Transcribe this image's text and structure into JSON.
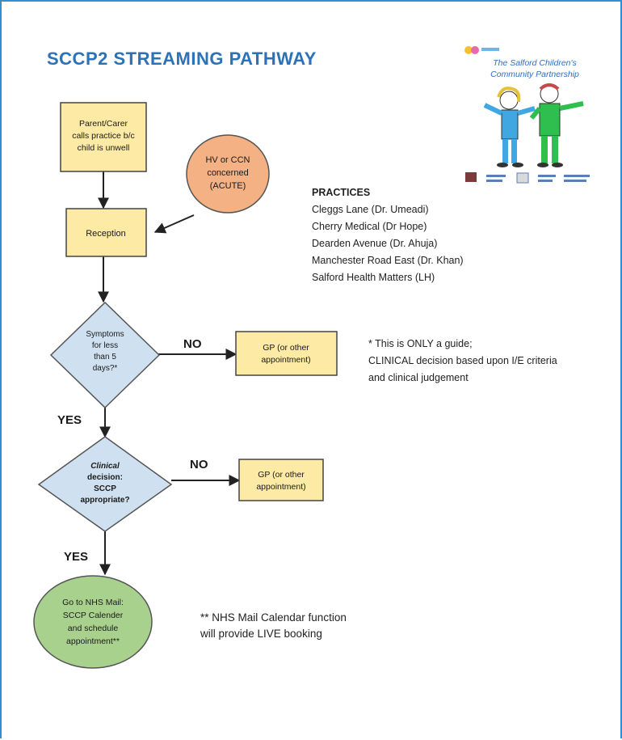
{
  "title": "SCCP2 STREAMING PATHWAY",
  "colors": {
    "title": "#2b72b8",
    "box_fill": "#fdeaa5",
    "diamond_fill": "#cfe0f1",
    "acute_fill": "#f4b183",
    "final_fill": "#a9d18e",
    "border": "#2e8fd6"
  },
  "nodes": {
    "parent_call": [
      "Parent/Carer",
      "calls practice b/c",
      "child is unwell"
    ],
    "hv_ccn": [
      "HV or CCN",
      "concerned",
      "(ACUTE)"
    ],
    "reception": [
      "Reception"
    ],
    "symptoms": [
      "Symptoms",
      "for less",
      "than 5",
      "days?*"
    ],
    "gp1": [
      "GP (or other",
      "appointment)"
    ],
    "clinical": [
      "Clinical",
      "decision:",
      "SCCP",
      "appropriate?"
    ],
    "gp2": [
      "GP (or other",
      "appointment)"
    ],
    "nhs_mail": [
      "Go to NHS Mail:",
      "SCCP Calender",
      "and schedule",
      "appointment**"
    ]
  },
  "labels": {
    "no1": "NO",
    "yes1": "YES",
    "no2": "NO",
    "yes2": "YES"
  },
  "practices": {
    "heading": "PRACTICES",
    "items": [
      "Cleggs Lane (Dr. Umeadi)",
      "Cherry Medical (Dr Hope)",
      "Dearden Avenue (Dr. Ahuja)",
      "Manchester Road East (Dr. Khan)",
      "Salford Health Matters (LH)"
    ]
  },
  "notes": {
    "guide": [
      "* This is ONLY a guide;",
      "CLINICAL decision based upon I/E criteria",
      "and clinical judgement"
    ],
    "booking": [
      "** NHS Mail Calendar function",
      "will provide LIVE booking"
    ]
  },
  "logo": {
    "line1": "The Salford Children's",
    "line2": "Community Partnership"
  }
}
